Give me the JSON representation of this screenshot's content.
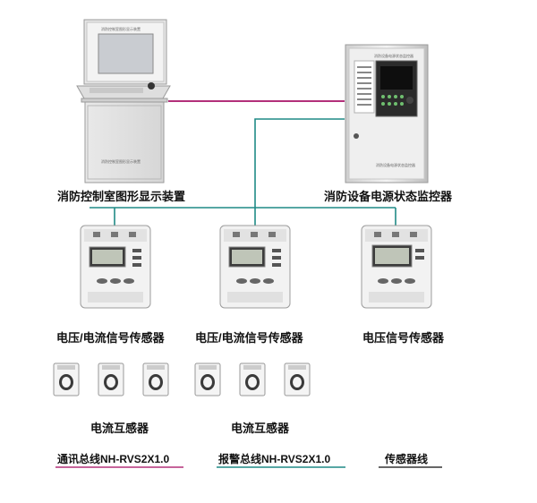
{
  "devices": {
    "display": {
      "label": "消防控制室图形显示装置"
    },
    "monitor": {
      "label": "消防设备电源状态监控器"
    },
    "sensor_vc_1": {
      "label": "电压/电流信号传感器"
    },
    "sensor_vc_2": {
      "label": "电压/电流信号传感器"
    },
    "sensor_v": {
      "label": "电压信号传感器"
    },
    "ct_group_1": {
      "label": "电流互感器"
    },
    "ct_group_2": {
      "label": "电流互感器"
    }
  },
  "legend": [
    {
      "label": "通讯总线NH-RVS2X1.0",
      "color": "#b3307a"
    },
    {
      "label": "报警总线NH-RVS2X1.0",
      "color": "#1f8a86"
    },
    {
      "label": "传感器线",
      "color": "#333333"
    }
  ],
  "colors": {
    "comm_bus": "#b3307a",
    "alarm_bus": "#1f8a86",
    "sensor_wire": "#333333"
  }
}
